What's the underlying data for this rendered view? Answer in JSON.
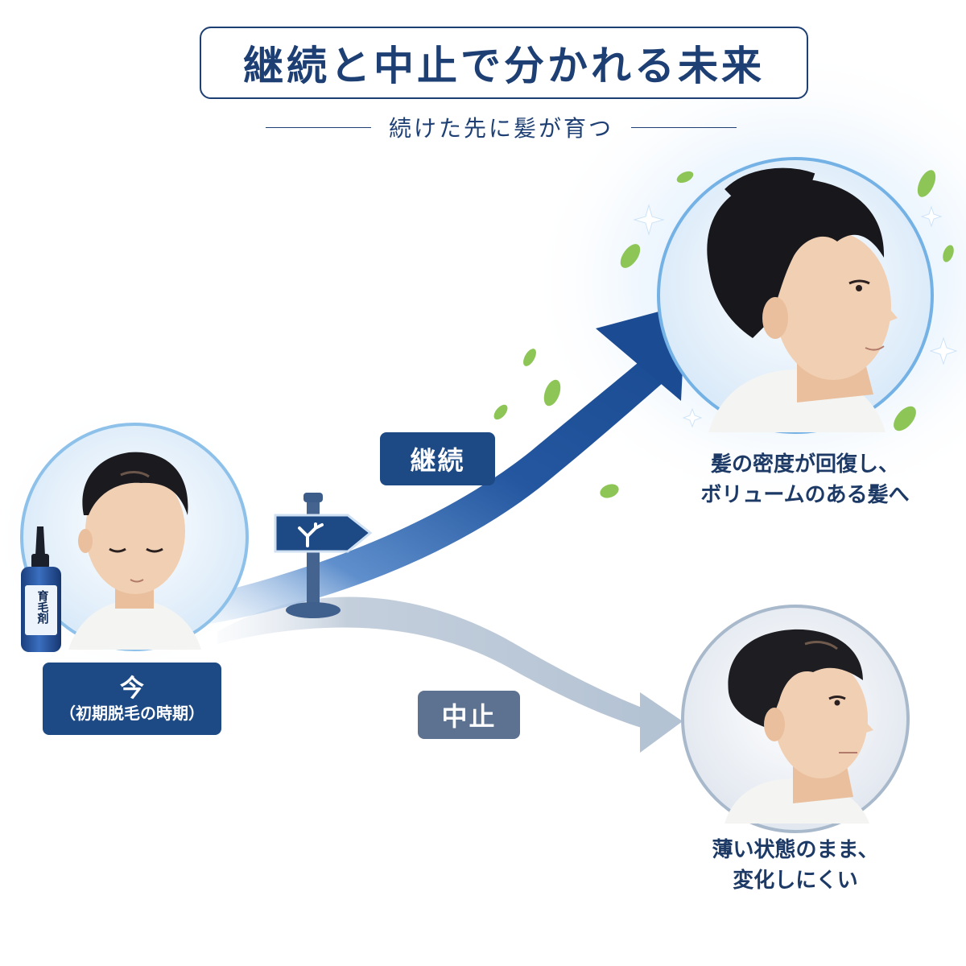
{
  "title": "継続と中止で分かれる未来",
  "subtitle": "続けた先に髪が育つ",
  "start": {
    "label": "今",
    "sublabel": "（初期脱毛の時期）",
    "bottle_label": "育毛剤",
    "portrait": "man-hair-thin-eyes-closed"
  },
  "paths": {
    "continue": {
      "label": "継続",
      "color": "#1d4a85"
    },
    "stop": {
      "label": "中止",
      "color": "#5d7290"
    }
  },
  "outcomes": {
    "continue": {
      "lines": [
        "髪の密度が回復し、",
        "ボリュームのある髪へ"
      ],
      "portrait": "man-hair-full-smiling"
    },
    "stop": {
      "lines": [
        "薄い状態のまま、",
        "変化しにくい"
      ],
      "portrait": "man-hair-thin-neutral"
    }
  },
  "icons": [
    "signpost-fork-icon",
    "leaf-icon",
    "sparkle-icon",
    "arrow-up-icon",
    "arrow-right-icon"
  ]
}
